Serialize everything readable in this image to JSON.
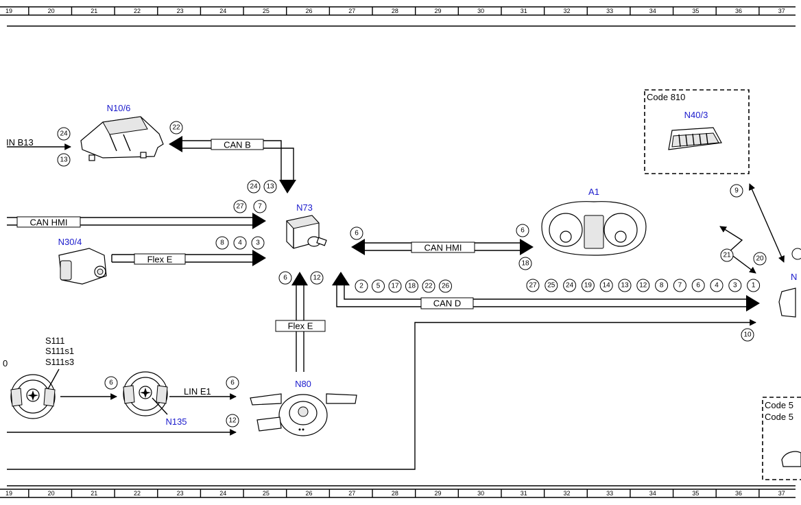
{
  "ruler": {
    "top": [
      "19",
      "20",
      "21",
      "22",
      "23",
      "24",
      "25",
      "26",
      "27",
      "28",
      "29",
      "30",
      "31",
      "32",
      "33",
      "34",
      "35",
      "36",
      "37"
    ],
    "bottom": [
      "19",
      "20",
      "21",
      "22",
      "23",
      "24",
      "25",
      "26",
      "27",
      "28",
      "29",
      "30",
      "31",
      "32",
      "33",
      "34",
      "35",
      "36",
      "37"
    ]
  },
  "components": {
    "n10_6": "N10/6",
    "n73": "N73",
    "n30_4": "N30/4",
    "a1": "A1",
    "n40_3": "N40/3",
    "n80": "N80",
    "n135": "N135",
    "n_right": "N",
    "s111": "S111",
    "s111s1": "S111s1",
    "s111s3": "S111s3"
  },
  "buses": {
    "lin_b13": "IN B13",
    "can_b": "CAN B",
    "can_hmi_left": "CAN HMI",
    "can_hmi_right": "CAN HMI",
    "flex_e_h": "Flex E",
    "flex_e_v": "Flex E",
    "can_d": "CAN D",
    "lin_e1": "LIN E1"
  },
  "codes": {
    "code_810": "Code 810",
    "code_5a": "Code 5",
    "code_5b": "Code 5"
  },
  "circle_numbers": {
    "n10_top": "24",
    "n10_bottom": "13",
    "canb_right": "22",
    "n73_top_a": "24",
    "n73_top_b": "13",
    "hmi_left_a": "27",
    "hmi_left_b": "7",
    "flex_a": "8",
    "flex_b": "4",
    "flex_c": "3",
    "hmi_right_left": "6",
    "hmi_right_top": "6",
    "hmi_right_bottom": "18",
    "n73_bot_a": "6",
    "n73_bot_b": "12",
    "cand_left": [
      "2",
      "5",
      "17",
      "18",
      "22",
      "26"
    ],
    "cand_right": [
      "27",
      "25",
      "24",
      "19",
      "14",
      "13",
      "12",
      "8",
      "7",
      "6",
      "4",
      "3",
      "1"
    ],
    "n40_9": "9",
    "n40_21": "21",
    "n40_20": "20",
    "line_10": "10",
    "steer_6": "6",
    "line_e1_6": "6",
    "line_12": "12",
    "left_partial": "0"
  }
}
